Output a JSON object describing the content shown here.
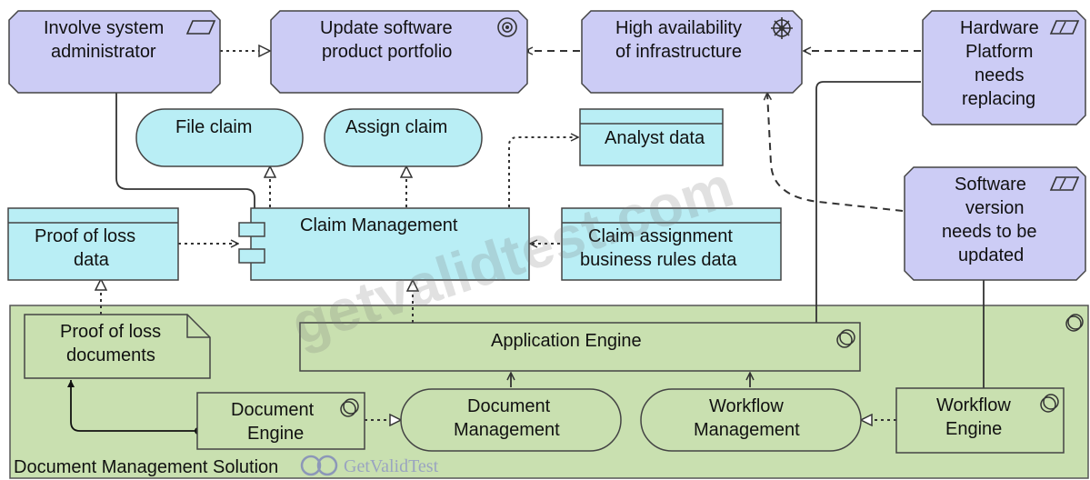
{
  "colors": {
    "motivation_fill": "#ccccf5",
    "application_fill": "#b9eef5",
    "technology_fill": "#c9e0b0",
    "node_fill": "#c4dea8",
    "stroke": "#333333"
  },
  "motivation": {
    "stakeholder_line1": "Involve system",
    "stakeholder_line2": "administrator",
    "goal_line1": "Update software",
    "goal_line2": "product portfolio",
    "principle_line1": "High availability",
    "principle_line2": "of infrastructure",
    "assessment1_line1": "Hardware",
    "assessment1_line2": "Platform",
    "assessment1_line3": "needs",
    "assessment1_line4": "replacing",
    "assessment2_line1": "Software",
    "assessment2_line2": "version",
    "assessment2_line3": "needs to be",
    "assessment2_line4": "updated"
  },
  "application": {
    "file_claim": "File claim",
    "assign_claim": "Assign claim",
    "analyst_data": "Analyst data",
    "proof_of_loss_data_line1": "Proof of loss",
    "proof_of_loss_data_line2": "data",
    "claim_management": "Claim Management",
    "claim_assignment_line1": "Claim assignment",
    "claim_assignment_line2": "business rules data"
  },
  "technology": {
    "node_label": "Document Management Solution",
    "proof_of_loss_docs_line1": "Proof of loss",
    "proof_of_loss_docs_line2": "documents",
    "application_engine": "Application Engine",
    "document_engine_line1": "Document",
    "document_engine_line2": "Engine",
    "document_management_line1": "Document",
    "document_management_line2": "Management",
    "workflow_management_line1": "Workflow",
    "workflow_management_line2": "Management",
    "workflow_engine_line1": "Workflow",
    "workflow_engine_line2": "Engine"
  },
  "overlay": {
    "watermark": "getvalidtest.com",
    "footer_logo": "GetValidTest"
  }
}
